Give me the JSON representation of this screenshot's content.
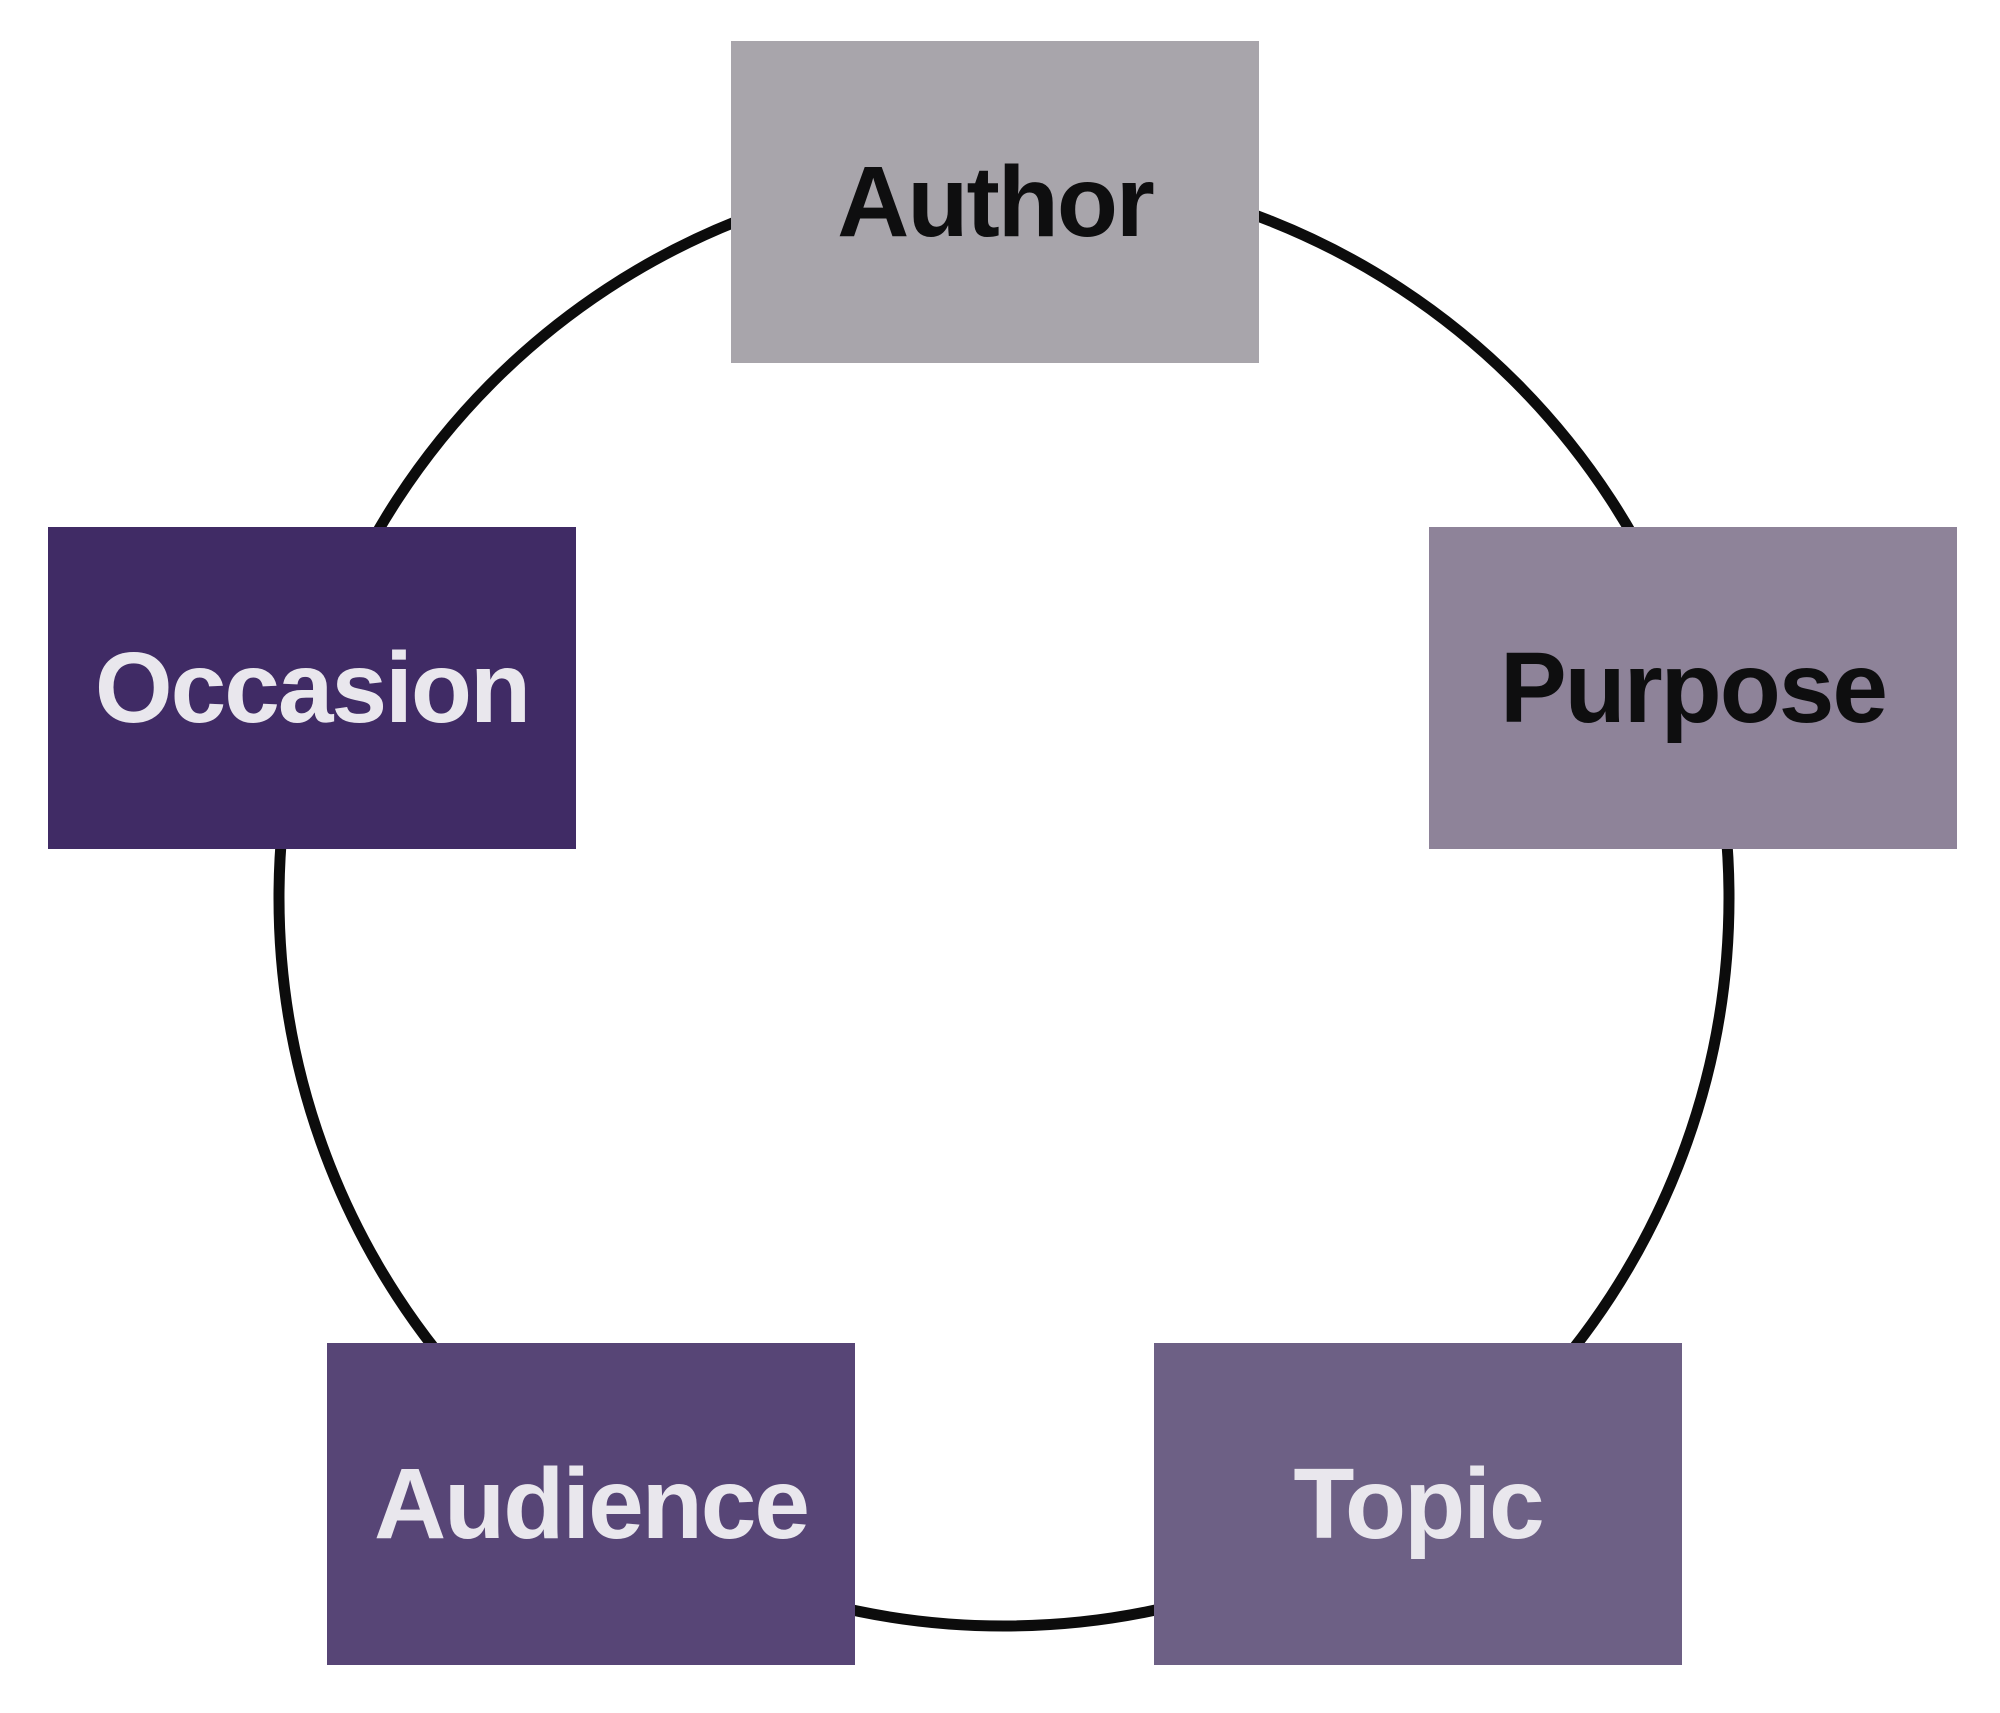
{
  "diagram": {
    "type": "cycle",
    "connector": {
      "shape": "circle",
      "color": "#0c0c0c"
    },
    "nodes": [
      {
        "id": "author",
        "label": "Author",
        "position": "top",
        "bg": "#a8a5ab",
        "text_color": "#0e0e0f"
      },
      {
        "id": "purpose",
        "label": "Purpose",
        "position": "right",
        "bg": "#8e8399",
        "text_color": "#0e0e0f"
      },
      {
        "id": "topic",
        "label": "Topic",
        "position": "bottom-right",
        "bg": "#6d6085",
        "text_color": "#e9e7ed"
      },
      {
        "id": "audience",
        "label": "Audience",
        "position": "bottom-left",
        "bg": "#574576",
        "text_color": "#e9e7ed"
      },
      {
        "id": "occasion",
        "label": "Occasion",
        "position": "left",
        "bg": "#402b65",
        "text_color": "#e9e7ed"
      }
    ]
  }
}
